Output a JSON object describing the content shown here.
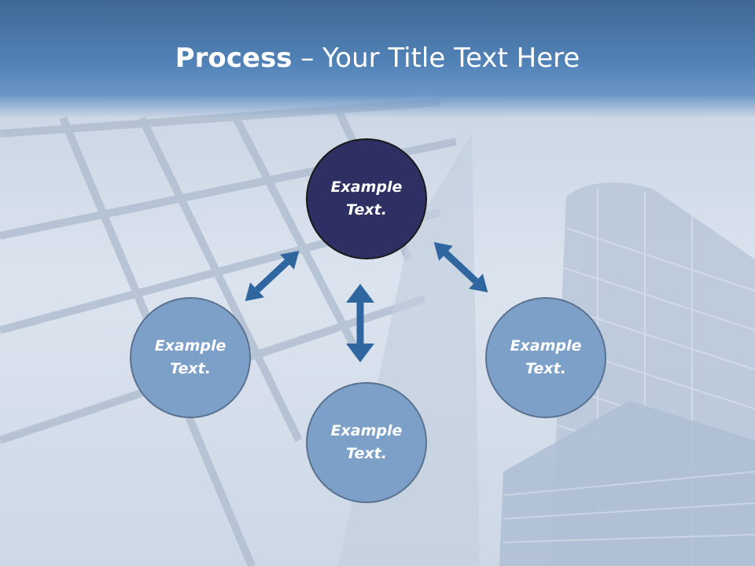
{
  "slide": {
    "title_bold": "Process",
    "title_rest": " – Your Title Text Here"
  },
  "nodes": {
    "top": "Example Text.",
    "left": "Example Text.",
    "bottom": "Example Text.",
    "right": "Example Text."
  },
  "colors": {
    "header": "#4e7fb3",
    "node_dark": "#2e2f62",
    "node_light": "#7da0c8",
    "arrow": "#2f66a0"
  }
}
